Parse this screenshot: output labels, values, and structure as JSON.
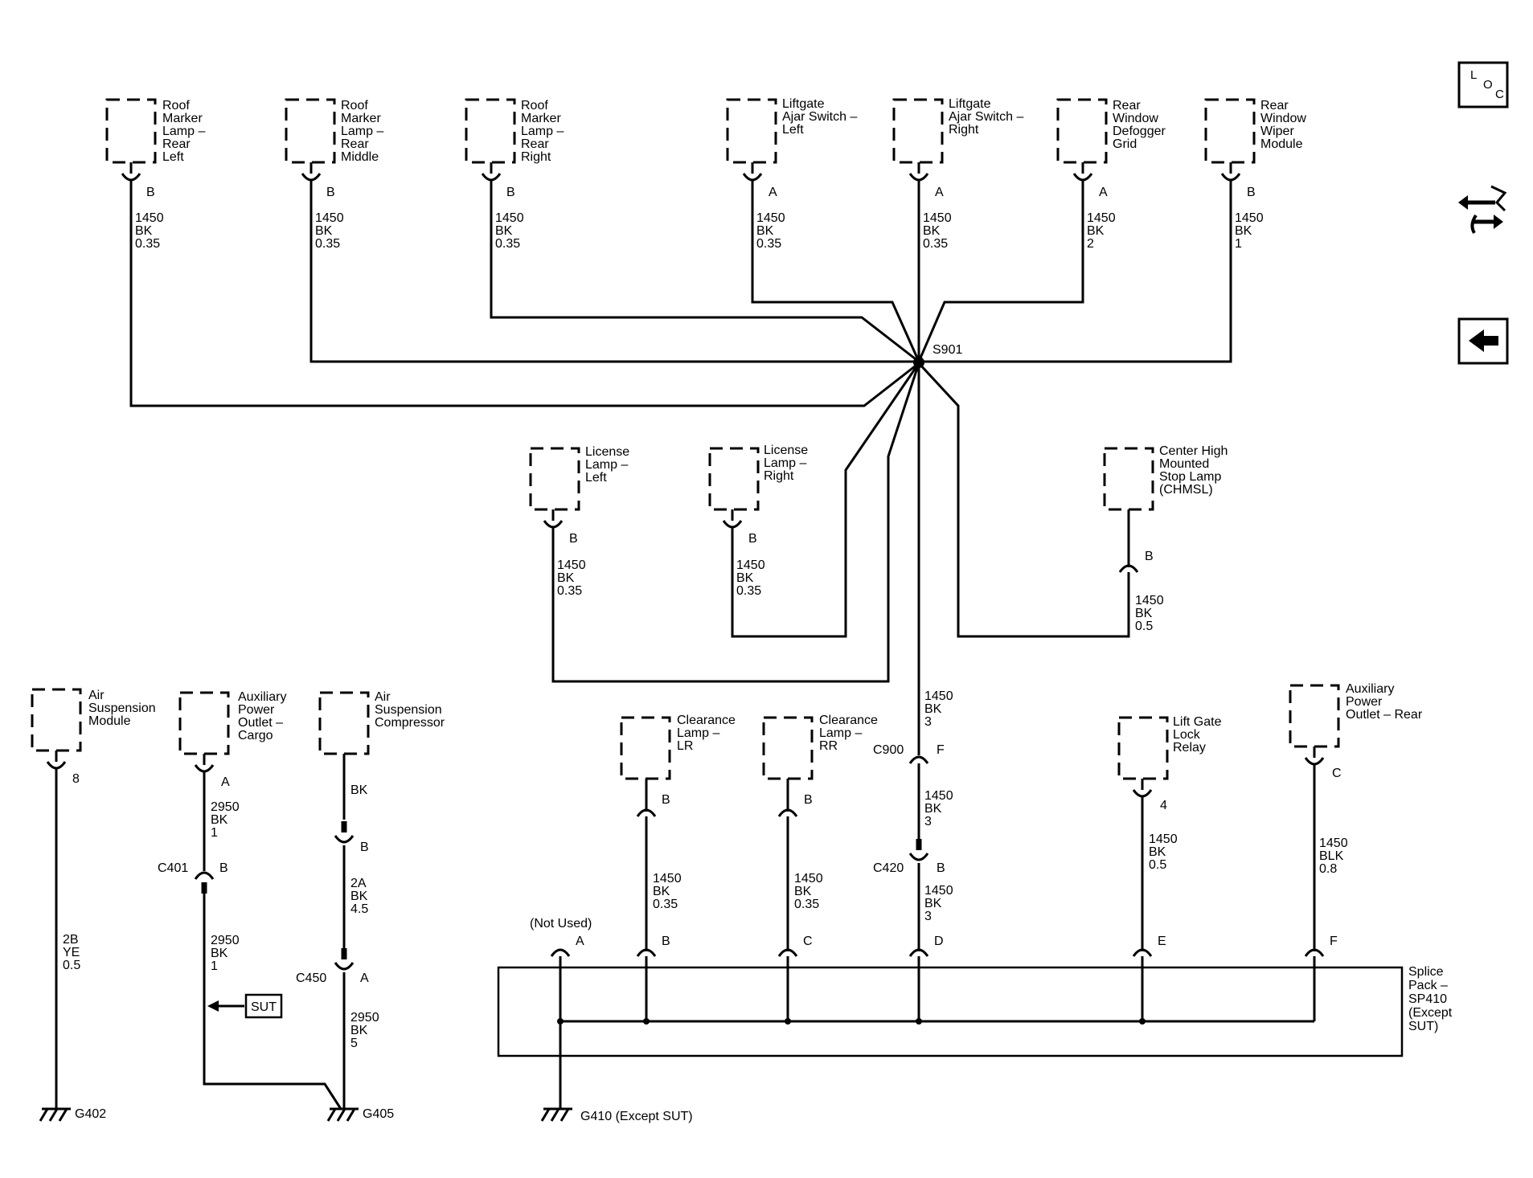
{
  "components": [
    {
      "id": "roof-left",
      "label": [
        "Roof",
        "Marker",
        "Lamp –",
        "Rear",
        "Left"
      ]
    },
    {
      "id": "roof-middle",
      "label": [
        "Roof",
        "Marker",
        "Lamp –",
        "Rear",
        "Middle"
      ]
    },
    {
      "id": "roof-right",
      "label": [
        "Roof",
        "Marker",
        "Lamp –",
        "Rear",
        "Right"
      ]
    },
    {
      "id": "liftgate-left",
      "label": [
        "Liftgate",
        "Ajar Switch –",
        "Left"
      ]
    },
    {
      "id": "liftgate-right",
      "label": [
        "Liftgate",
        "Ajar Switch –",
        "Right"
      ]
    },
    {
      "id": "defogger",
      "label": [
        "Rear",
        "Window",
        "Defogger",
        "Grid"
      ]
    },
    {
      "id": "wiper",
      "label": [
        "Rear",
        "Window",
        "Wiper",
        "Module"
      ]
    },
    {
      "id": "license-left",
      "label": [
        "License",
        "Lamp –",
        "Left"
      ]
    },
    {
      "id": "license-right",
      "label": [
        "License",
        "Lamp –",
        "Right"
      ]
    },
    {
      "id": "chmsl",
      "label": [
        "Center High",
        "Mounted",
        "Stop Lamp",
        "(CHMSL)"
      ]
    },
    {
      "id": "air-susp-module",
      "label": [
        "Air",
        "Suspension",
        "Module"
      ]
    },
    {
      "id": "aux-cargo",
      "label": [
        "Auxiliary",
        "Power",
        "Outlet –",
        "Cargo"
      ]
    },
    {
      "id": "air-compressor",
      "label": [
        "Air",
        "Suspension",
        "Compressor"
      ]
    },
    {
      "id": "clearance-lr",
      "label": [
        "Clearance",
        "Lamp –",
        "LR"
      ]
    },
    {
      "id": "clearance-rr",
      "label": [
        "Clearance",
        "Lamp –",
        "RR"
      ]
    },
    {
      "id": "liftgate-relay",
      "label": [
        "Lift Gate",
        "Lock",
        "Relay"
      ]
    },
    {
      "id": "aux-rear",
      "label": [
        "Auxiliary",
        "Power",
        "Outlet – Rear"
      ]
    }
  ],
  "pins": {
    "roof-left": "B",
    "roof-middle": "B",
    "roof-right": "B",
    "liftgate-left": "A",
    "liftgate-right": "A",
    "defogger": "A",
    "wiper": "B",
    "license-left": "B",
    "license-right": "B",
    "chmsl": "B",
    "air-susp-module": "8",
    "aux-cargo": "A",
    "air-compressor": "BK",
    "clearance-lr": "B",
    "clearance-rr": "B",
    "liftgate-relay": "4",
    "aux-rear": "C"
  },
  "wires": {
    "roof-left": [
      "1450",
      "BK",
      "0.35"
    ],
    "roof-middle": [
      "1450",
      "BK",
      "0.35"
    ],
    "roof-right": [
      "1450",
      "BK",
      "0.35"
    ],
    "liftgate-left": [
      "1450",
      "BK",
      "0.35"
    ],
    "liftgate-right": [
      "1450",
      "BK",
      "0.35"
    ],
    "defogger": [
      "1450",
      "BK",
      "2"
    ],
    "wiper": [
      "1450",
      "BK",
      "1"
    ],
    "license-left": [
      "1450",
      "BK",
      "0.35"
    ],
    "license-right": [
      "1450",
      "BK",
      "0.35"
    ],
    "chmsl": [
      "1450",
      "BK",
      "0.5"
    ],
    "s901-c900": [
      "1450",
      "BK",
      "3"
    ],
    "c900-c420": [
      "1450",
      "BK",
      "3"
    ],
    "c420-sp410": [
      "1450",
      "BK",
      "3"
    ],
    "clearance-lr": [
      "1450",
      "BK",
      "0.35"
    ],
    "clearance-rr": [
      "1450",
      "BK",
      "0.35"
    ],
    "liftgate-relay": [
      "1450",
      "BK",
      "0.5"
    ],
    "aux-rear": [
      "1450",
      "BLK",
      "0.8"
    ],
    "air-susp-module": [
      "2B",
      "YE",
      "0.5"
    ],
    "aux-cargo-upper": [
      "2950",
      "BK",
      "1"
    ],
    "aux-cargo-lower": [
      "2950",
      "BK",
      "1"
    ],
    "compressor-middle": [
      "2A",
      "BK",
      "4.5"
    ],
    "compressor-lower": [
      "2950",
      "BK",
      "5"
    ]
  },
  "connectors": {
    "c900": {
      "name": "C900",
      "pin": "F"
    },
    "c420": {
      "name": "C420",
      "pin": "B"
    },
    "c401": {
      "name": "C401",
      "pin": "B"
    },
    "c450": {
      "name": "C450",
      "pin": "A"
    },
    "compressor-b": {
      "pin": "B"
    }
  },
  "splice": {
    "name": "S901"
  },
  "splice_pack": {
    "label": [
      "Splice",
      "Pack –",
      "SP410",
      "(Except",
      "SUT)"
    ],
    "not_used": "(Not Used)",
    "pins": [
      "A",
      "B",
      "C",
      "D",
      "E",
      "F"
    ]
  },
  "grounds": {
    "g402": "G402",
    "g405": "G405",
    "g410": "G410 (Except SUT)"
  },
  "sut_tag": "SUT",
  "nav": {
    "loc": {
      "l": "L",
      "o": "O",
      "c": "C"
    }
  }
}
